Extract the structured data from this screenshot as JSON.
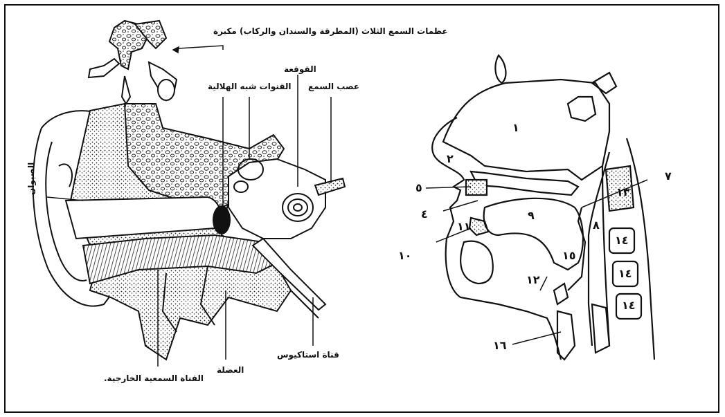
{
  "ear_labels": {
    "ossicles": "عظمات السمع الثلاث (المطرقة والسندان والركاب) مكبرة",
    "cochlea": "القوقعة",
    "semicircular_canals": "القنوات شبه الهلالية",
    "auditory_nerve": "عصب السمع",
    "pinna": "الصيوان",
    "eustachian_tube": "قناة استاكيوس",
    "muscle": "العضلة",
    "ear_canal": "القناة السمعية الخارجية."
  },
  "head_numbers": {
    "n1": "١",
    "n2": "٢",
    "n4": "٤",
    "n5": "٥",
    "n7": "٧",
    "n8": "٨",
    "n9": "٩",
    "n10": "١٠",
    "n11": "١١",
    "n12": "١٢",
    "n13": "١٣",
    "n14a": "١٤",
    "n14b": "١٤",
    "n14c": "١٤",
    "n15": "١٥",
    "n16": "١٦"
  }
}
